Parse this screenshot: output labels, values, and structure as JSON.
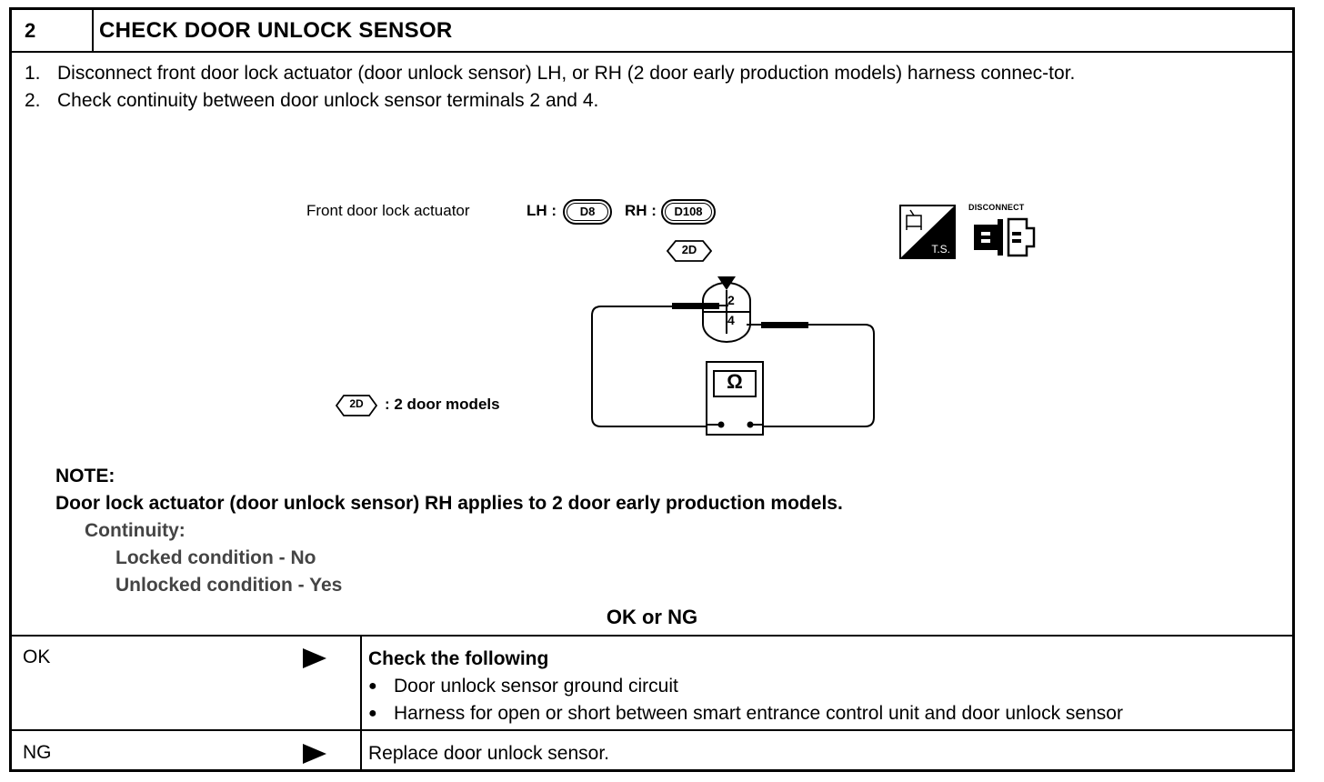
{
  "header": {
    "number": "2",
    "title": "CHECK DOOR UNLOCK SENSOR"
  },
  "steps": [
    {
      "num": "1.",
      "text": "Disconnect front door lock actuator (door unlock sensor) LH, or RH (2 door early production models) harness connec-tor."
    },
    {
      "num": "2.",
      "text": "Check continuity between door unlock sensor terminals 2 and 4."
    }
  ],
  "diagram": {
    "actuator_label": "Front door lock actuator",
    "lh_label": "LH :",
    "lh_connector": "D8",
    "rh_label": "RH :",
    "rh_connector": "D108",
    "badge_2d": "2D",
    "legend_badge": "2D",
    "legend_text": ": 2 door models",
    "terminal_top": "2",
    "terminal_bottom": "4",
    "meter_symbol": "Ω",
    "ts_label": "T.S.",
    "disconnect_label": "DISCONNECT"
  },
  "note": {
    "heading": "NOTE:",
    "text": "Door lock actuator (door unlock sensor) RH applies to 2 door early production models.",
    "continuity_label": "Continuity:",
    "locked": "Locked condition - No",
    "unlocked": "Unlocked condition - Yes"
  },
  "decision": "OK or NG",
  "results": {
    "ok": {
      "label": "OK",
      "heading": "Check the following",
      "bullets": [
        "Door unlock sensor ground circuit",
        "Harness for open or short between smart entrance control unit and door unlock sensor"
      ]
    },
    "ng": {
      "label": "NG",
      "action": "Replace door unlock sensor."
    }
  },
  "icons": {
    "arrow": "right-triangle-arrow-icon",
    "ts": "ts-tester-icon",
    "disconnect": "disconnect-connector-icon"
  }
}
